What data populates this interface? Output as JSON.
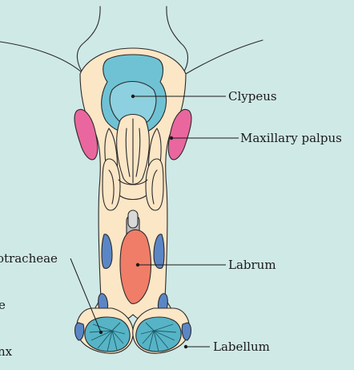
{
  "diagram": {
    "labels": {
      "clypeus": "Clypeus",
      "maxillary_palpus": "Maxillary palpus",
      "labrum": "Labrum",
      "labellum": "Labellum",
      "pseudotracheae": "otracheae",
      "left_e": "e",
      "left_nx": "nx"
    }
  },
  "colors": {
    "background": "#cfe9e6",
    "cuticle": "#fbe6c6",
    "clypeus": "#6fc2d4",
    "maxillary_palpus": "#e9679e",
    "labrum": "#f07d68",
    "side_sclerites": "#5b86c6",
    "pseudotracheae": "#56b4c6",
    "hypopharynx": "#bdbdbd"
  }
}
